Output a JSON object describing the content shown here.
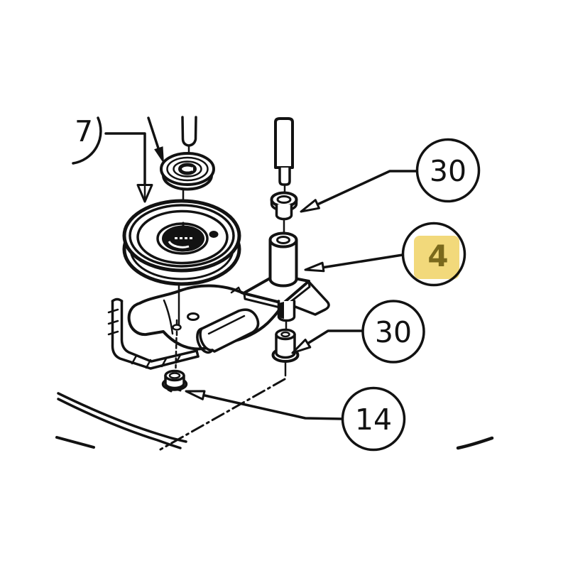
{
  "diagram": {
    "type": "exploded-parts-diagram",
    "background_color": "#ffffff",
    "line_color": "#121212",
    "highlight": {
      "fill": "#f2d97b",
      "text_color": "#7a691c"
    },
    "callouts": {
      "c7": {
        "label": "7",
        "highlighted": false
      },
      "c30_top": {
        "label": "30",
        "highlighted": false
      },
      "c4": {
        "label": "4",
        "highlighted": true
      },
      "c30_bottom": {
        "label": "30",
        "highlighted": false
      },
      "c14": {
        "label": "14",
        "highlighted": false
      }
    }
  }
}
